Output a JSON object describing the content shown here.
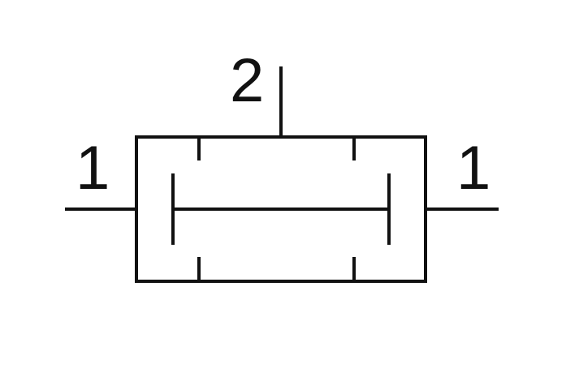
{
  "diagram": {
    "labels": {
      "left_port": "1",
      "top_port": "2",
      "right_port": "1"
    },
    "colors": {
      "stroke": "#111111",
      "background": "#ffffff"
    }
  }
}
